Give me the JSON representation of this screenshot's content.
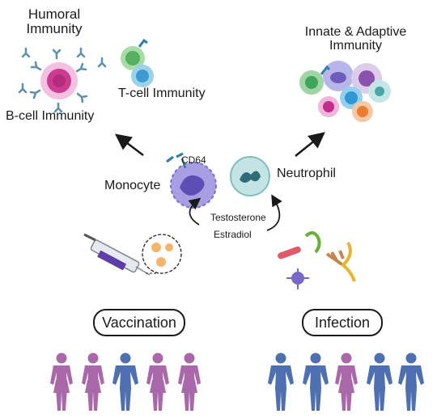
{
  "labels": {
    "humoral": "Humoral\nImmunity",
    "tcell": "T-cell Immunity",
    "bcell": "B-cell Immunity",
    "innate": "Innate & Adaptive\nImmunity",
    "cd64": "CD64",
    "monocyte": "Monocyte",
    "neutrophil": "Neutrophil",
    "testosterone": "Testosterone",
    "estradiol": "Estradiol"
  },
  "pills": {
    "vaccination": "Vaccination",
    "infection": "Infection"
  },
  "colors": {
    "female": "#a968a9",
    "male": "#4e6fb0",
    "bcell": "#cc3b8f",
    "antibody": "#5c8fb0",
    "monocyte": "#8f84d6",
    "neutrophil": "#a9d6d4"
  },
  "populations": {
    "vaccination": [
      "female",
      "female",
      "male",
      "female",
      "female"
    ],
    "infection": [
      "male",
      "male",
      "female",
      "male",
      "male"
    ]
  }
}
